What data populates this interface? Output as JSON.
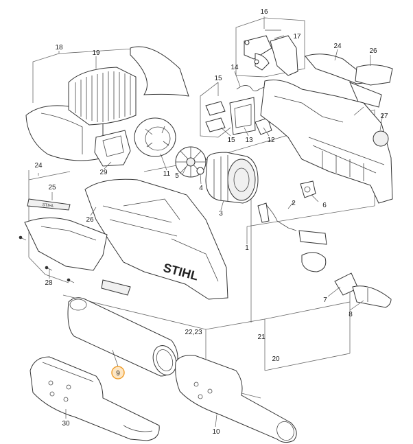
{
  "brand": "STIHL",
  "highlight_color": "#f0a030",
  "highlight_fill": "#fde6c4",
  "callouts": {
    "p1": "1",
    "p2": "2",
    "p3": "3",
    "p4": "4",
    "p5": "5",
    "p6": "6",
    "p7": "7",
    "p8": "8",
    "p9": "9",
    "p10": "10",
    "p11": "11",
    "p12": "12",
    "p13": "13",
    "p14": "14",
    "p15a": "15",
    "p15b": "15",
    "p16": "16",
    "p17": "17",
    "p18": "18",
    "p19": "19",
    "p20": "20",
    "p21": "21",
    "p22_23": "22,23",
    "p24a": "24",
    "p24b": "24",
    "p25": "25",
    "p26a": "26",
    "p26b": "26",
    "p27": "27",
    "p28": "28",
    "p29": "29",
    "p30": "30"
  }
}
